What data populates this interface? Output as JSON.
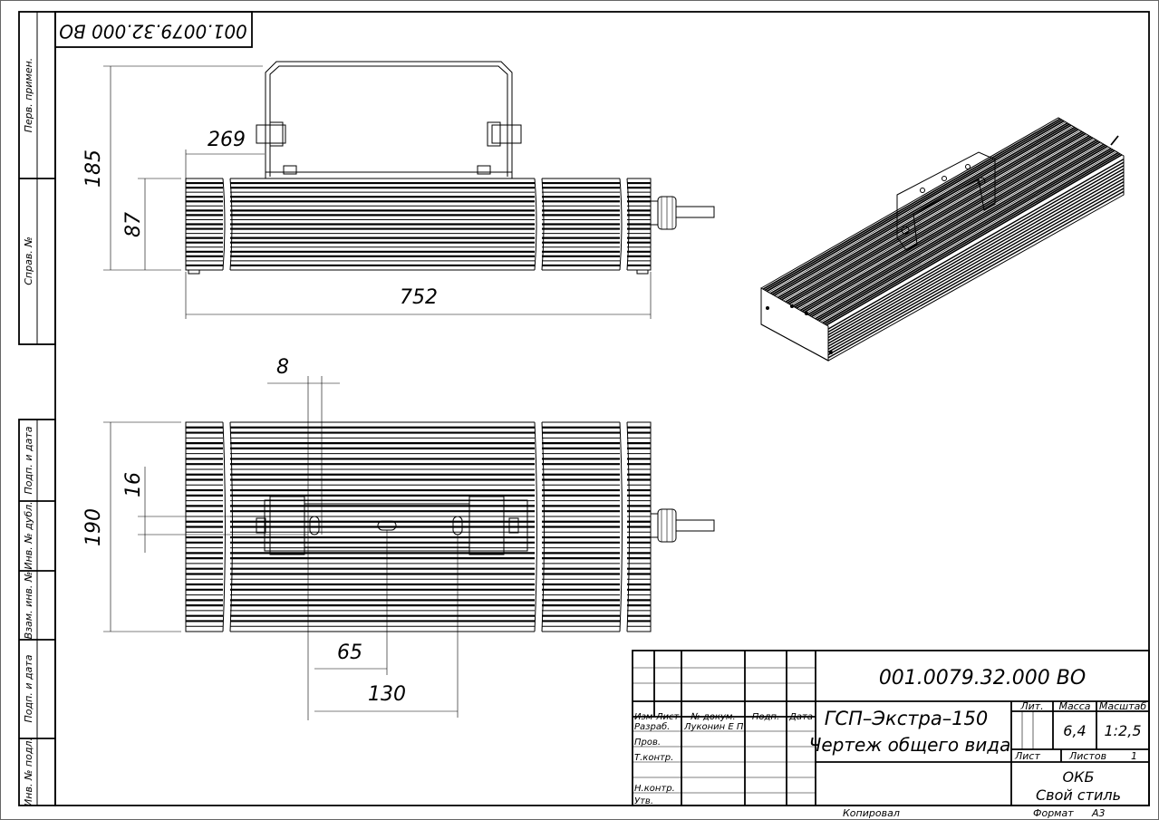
{
  "drawing": {
    "designation": "001.0079.32.000 ВО",
    "stamp_designation": "001.0079.32.000 ВО",
    "product_name": "ГСП–Экстра–150",
    "document_name": "Чертеж общего вида",
    "mass": "6,4",
    "scale": "1:2,5",
    "sheets_label": "Листов",
    "sheets_value": "1",
    "sheet_label": "Лист",
    "lit_label": "Лит.",
    "mass_label": "Масса",
    "scale_label": "Масштаб",
    "organization_line1": "ОКБ",
    "organization_line2": "Свой стиль",
    "copied_label": "Копировал",
    "format_label": "Формат",
    "format_value": "А3"
  },
  "title_block": {
    "col_headers": [
      "Изм",
      "Лист",
      "№ докум.",
      "Подп.",
      "Дата"
    ],
    "roles": [
      "Разраб.",
      "Пров.",
      "Т.контр.",
      "",
      "Н.контр.",
      "Утв."
    ],
    "developer": "Луконин Е П"
  },
  "side_strip": [
    "Перв. примен.",
    "Справ. №",
    "Подп. и дата",
    "Инв. № дубл.",
    "Взам. инв. №",
    "Подп. и дата",
    "Инв. № подл."
  ],
  "dimensions": {
    "front_height_total": "185",
    "front_body_height": "87",
    "bracket_offset": "269",
    "length": "752",
    "slot_width": "8",
    "width": "190",
    "slot_height": "16",
    "slot_spacing": "65",
    "slot_span": "130"
  }
}
